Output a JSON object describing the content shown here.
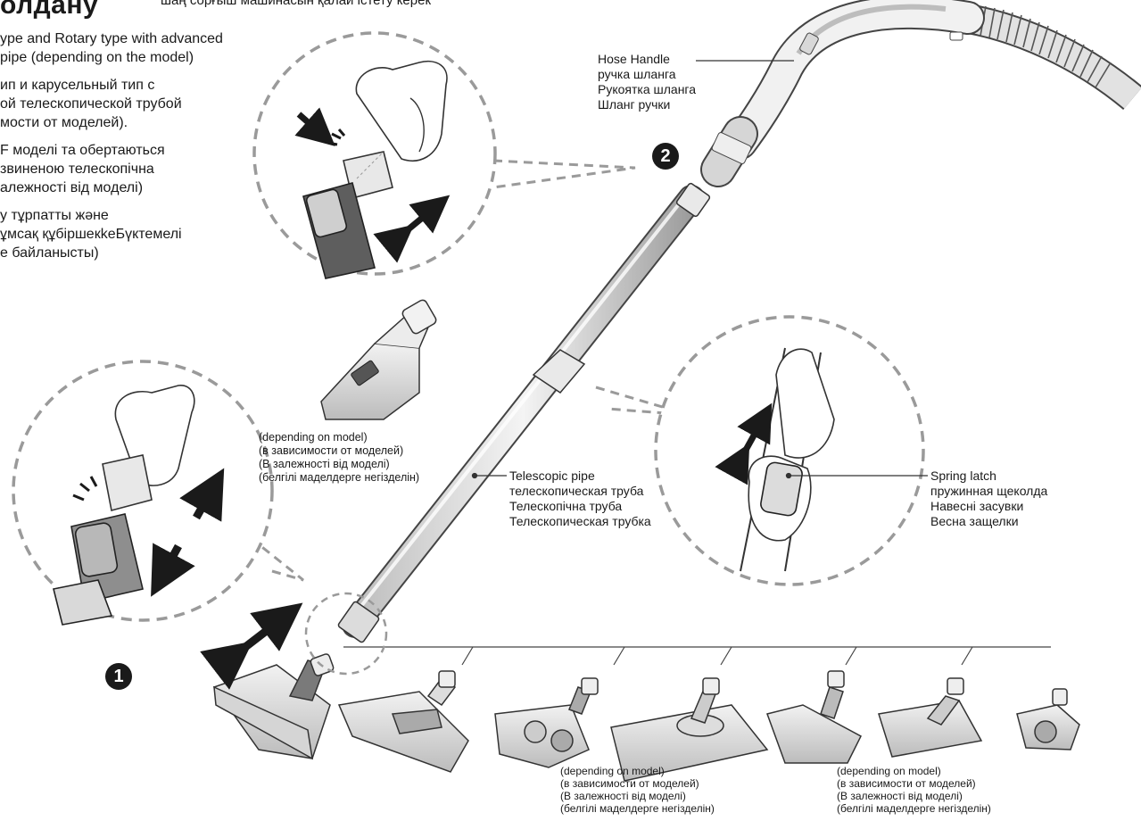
{
  "header": {
    "heading": "олдану",
    "subtitle": "шаң сорғыш машинасын қалай істету керек"
  },
  "intro_lines": [
    [
      "ype and Rotary type with advanced",
      " pipe (depending on the model)"
    ],
    [
      "ип и карусельный тип с",
      "ой телескопической трубой",
      "мости от моделей)."
    ],
    [
      "F моделі та обертаються",
      "звиненою телескопічна",
      "алежності від моделі)"
    ],
    [
      "у тұрпатты және",
      "ұмсақ құбіршекkeБүктемелі",
      "е байланысты)"
    ]
  ],
  "labels": {
    "hose_handle": [
      "Hose Handle",
      "ручка шланга",
      "Рукоятка шланга",
      "Шланг ручки"
    ],
    "telescopic_pipe": [
      "Telescopic pipe",
      "телескопическая труба",
      "Телескопічна труба",
      "Телескопическая трубка"
    ],
    "spring_latch": [
      "Spring latch",
      "пружинная щеколда",
      "Навесні засувки",
      "Весна защелки"
    ]
  },
  "model_notes": {
    "note_a": [
      "(depending on model)",
      "(в зависимости от моделей)",
      "(В залежності від моделі)",
      "(белгілі маделдерге негізделін)"
    ],
    "note_b": [
      "(depending on model)",
      "(в зависимости от моделей)",
      "(В залежності від моделі)",
      "(белгілі маделдерге негізделін)"
    ],
    "note_c": [
      "(depending on model)",
      "(в зависимости от моделей)",
      "(В залежності від моделі)",
      "(белгілі маделдерге негізделін)"
    ]
  },
  "steps": {
    "one": "1",
    "two": "2"
  },
  "icons": [
    "hose-handle-icon",
    "telescopic-pipe-icon",
    "floor-nozzle-icon",
    "hand-icon",
    "double-arrow-icon",
    "magnifier-circle-icon"
  ],
  "colors": {
    "ink": "#1a1a1a",
    "gray": "#8a8a8a",
    "light": "#e6e6e6",
    "dash": "#9a9a9a"
  }
}
